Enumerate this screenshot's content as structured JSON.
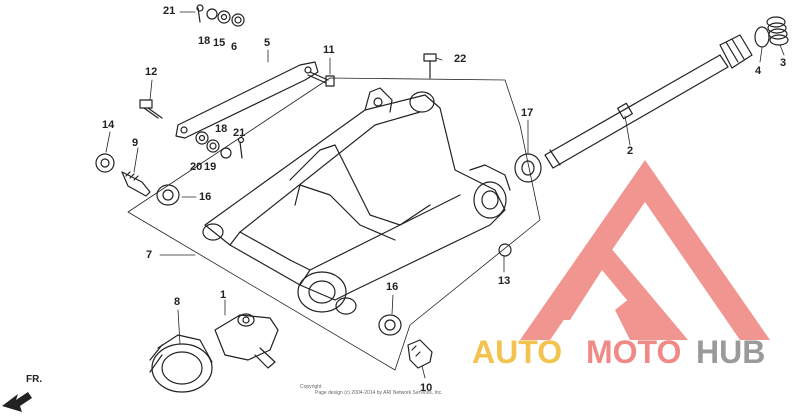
{
  "diagram": {
    "part_labels": {
      "p21a": "21",
      "p18a": "18",
      "p15": "15",
      "p6": "6",
      "p5": "5",
      "p11": "11",
      "p12": "12",
      "p22": "22",
      "p14": "14",
      "p9": "9",
      "p18b": "18",
      "p21b": "21",
      "p20": "20",
      "p19": "19",
      "p16a": "16",
      "p17": "17",
      "p2": "2",
      "p4": "4",
      "p3": "3",
      "p7": "7",
      "p13": "13",
      "p8": "8",
      "p1": "1",
      "p16b": "16",
      "p10": "10"
    },
    "direction_label": "FR.",
    "copyright_line1": "Copyright",
    "copyright_line2": "Page design (c) 2004-2014 by ARI Network Services, Inc."
  },
  "watermark": {
    "word_auto": "AUTO",
    "word_moto": "MOTO",
    "word_hub": "HUB",
    "colors": {
      "auto": "#f3c24f",
      "moto": "#f08a86",
      "hub": "#9a9a9a",
      "triangle": "#f08a86"
    }
  }
}
